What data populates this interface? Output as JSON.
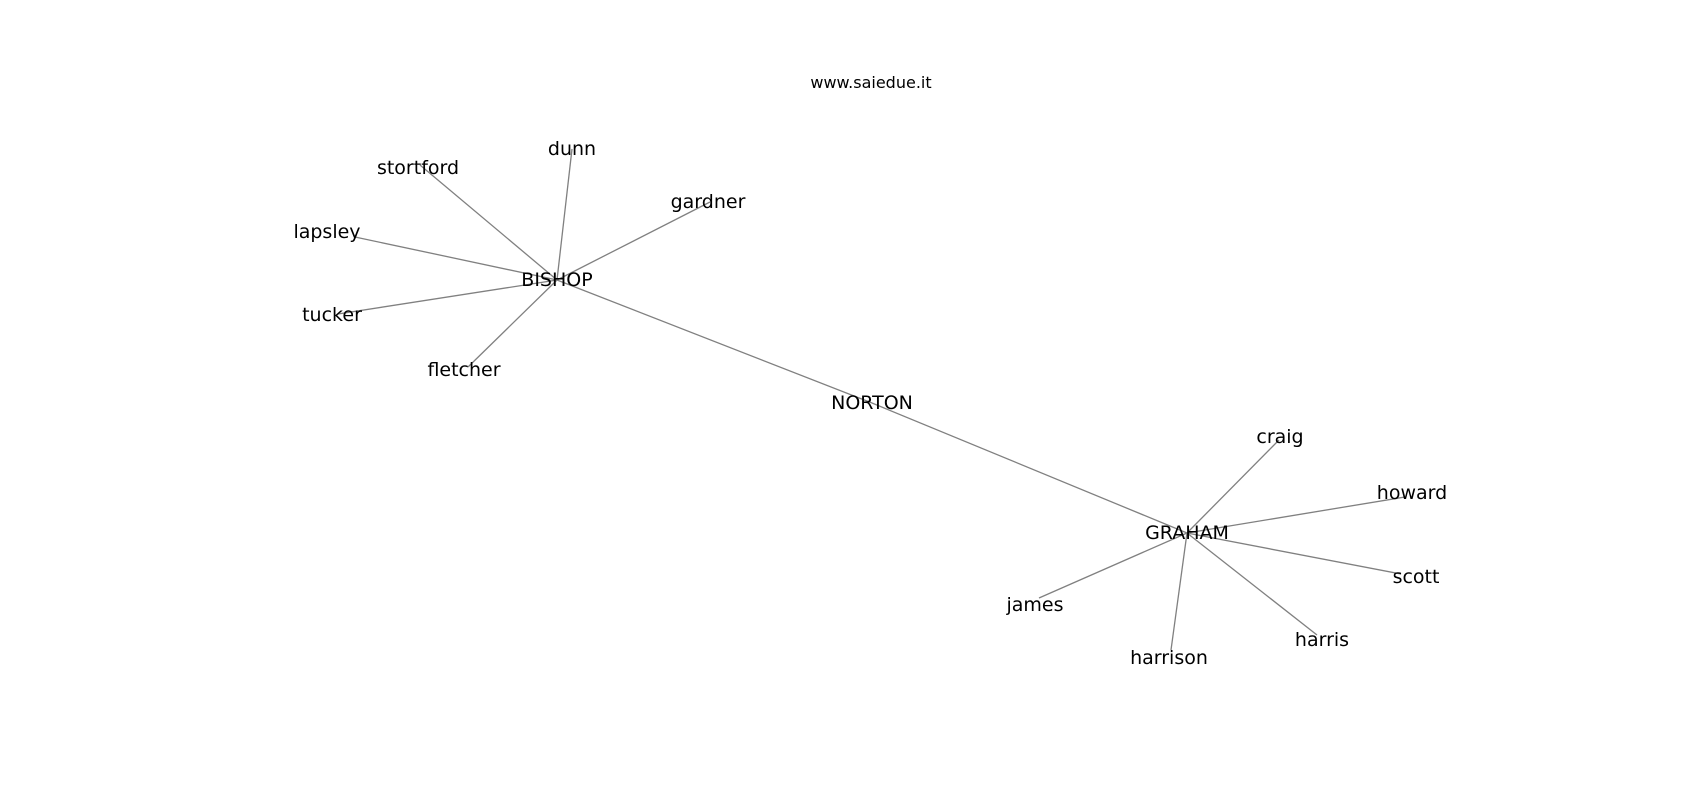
{
  "header": {
    "text": "www.saiedue.it"
  },
  "colors": {
    "edge": "#808080",
    "text": "#000000",
    "background": "#ffffff"
  },
  "graph": {
    "nodes": [
      {
        "id": "NORTON",
        "label": "NORTON"
      },
      {
        "id": "BISHOP",
        "label": "BISHOP"
      },
      {
        "id": "GRAHAM",
        "label": "GRAHAM"
      },
      {
        "id": "dunn",
        "label": "dunn"
      },
      {
        "id": "stortford",
        "label": "stortford"
      },
      {
        "id": "gardner",
        "label": "gardner"
      },
      {
        "id": "lapsley",
        "label": "lapsley"
      },
      {
        "id": "tucker",
        "label": "tucker"
      },
      {
        "id": "fletcher",
        "label": "fletcher"
      },
      {
        "id": "craig",
        "label": "craig"
      },
      {
        "id": "howard",
        "label": "howard"
      },
      {
        "id": "scott",
        "label": "scott"
      },
      {
        "id": "harris",
        "label": "harris"
      },
      {
        "id": "harrison",
        "label": "harrison"
      },
      {
        "id": "james",
        "label": "james"
      }
    ],
    "edges": [
      [
        "BISHOP",
        "NORTON"
      ],
      [
        "NORTON",
        "GRAHAM"
      ],
      [
        "BISHOP",
        "dunn"
      ],
      [
        "BISHOP",
        "stortford"
      ],
      [
        "BISHOP",
        "gardner"
      ],
      [
        "BISHOP",
        "lapsley"
      ],
      [
        "BISHOP",
        "tucker"
      ],
      [
        "BISHOP",
        "fletcher"
      ],
      [
        "GRAHAM",
        "craig"
      ],
      [
        "GRAHAM",
        "howard"
      ],
      [
        "GRAHAM",
        "scott"
      ],
      [
        "GRAHAM",
        "harris"
      ],
      [
        "GRAHAM",
        "harrison"
      ],
      [
        "GRAHAM",
        "james"
      ]
    ]
  }
}
